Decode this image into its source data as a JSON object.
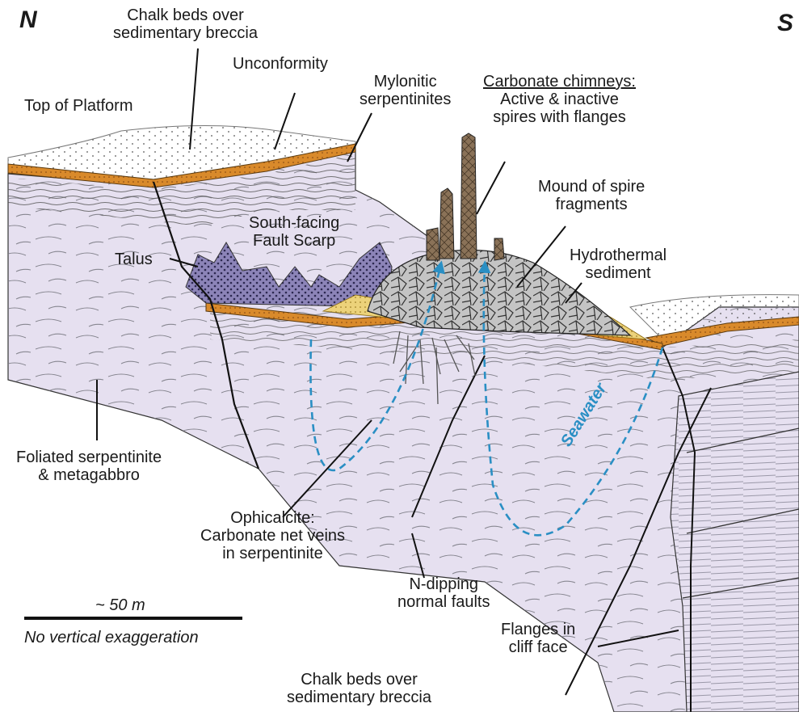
{
  "compass": {
    "north": "N",
    "south": "S"
  },
  "labels": {
    "chalk_top": [
      "Chalk beds over",
      "sedimentary breccia"
    ],
    "unconformity": "Unconformity",
    "top_of_platform": "Top of Platform",
    "mylonitic": [
      "Mylonitic",
      "serpentinites"
    ],
    "chimneys_title": "Carbonate chimneys:",
    "chimneys_desc": [
      "Active & inactive",
      "spires with flanges"
    ],
    "mound": [
      "Mound of spire",
      "fragments"
    ],
    "hydrothermal": [
      "Hydrothermal",
      "sediment"
    ],
    "fault_scarp": [
      "South-facing",
      "Fault Scarp"
    ],
    "talus": "Talus",
    "foliated": [
      "Foliated serpentinite",
      "& metagabbro"
    ],
    "ophicalcite": [
      "Ophicalcite:",
      "Carbonate net veins",
      "in serpentinite"
    ],
    "n_dipping": [
      "N-dipping",
      "normal faults"
    ],
    "flanges": [
      "Flanges in",
      "cliff face"
    ],
    "chalk_bottom": [
      "Chalk beds over",
      "sedimentary breccia"
    ],
    "seawater": "Seawater"
  },
  "scale": {
    "distance": "~ 50 m",
    "note": "No vertical exaggeration"
  },
  "colors": {
    "serpentinite": "#e6e0f0",
    "serpentinite_line": "#7d7d86",
    "orange_layer": "#d98a2b",
    "chalk": "#f7f7f7",
    "talus": "#8c84b8",
    "mound": "#b9b9b9",
    "hydrothermal": "#ecd27a",
    "chimney": "#8a7258",
    "seawater": "#2a8fc4"
  }
}
